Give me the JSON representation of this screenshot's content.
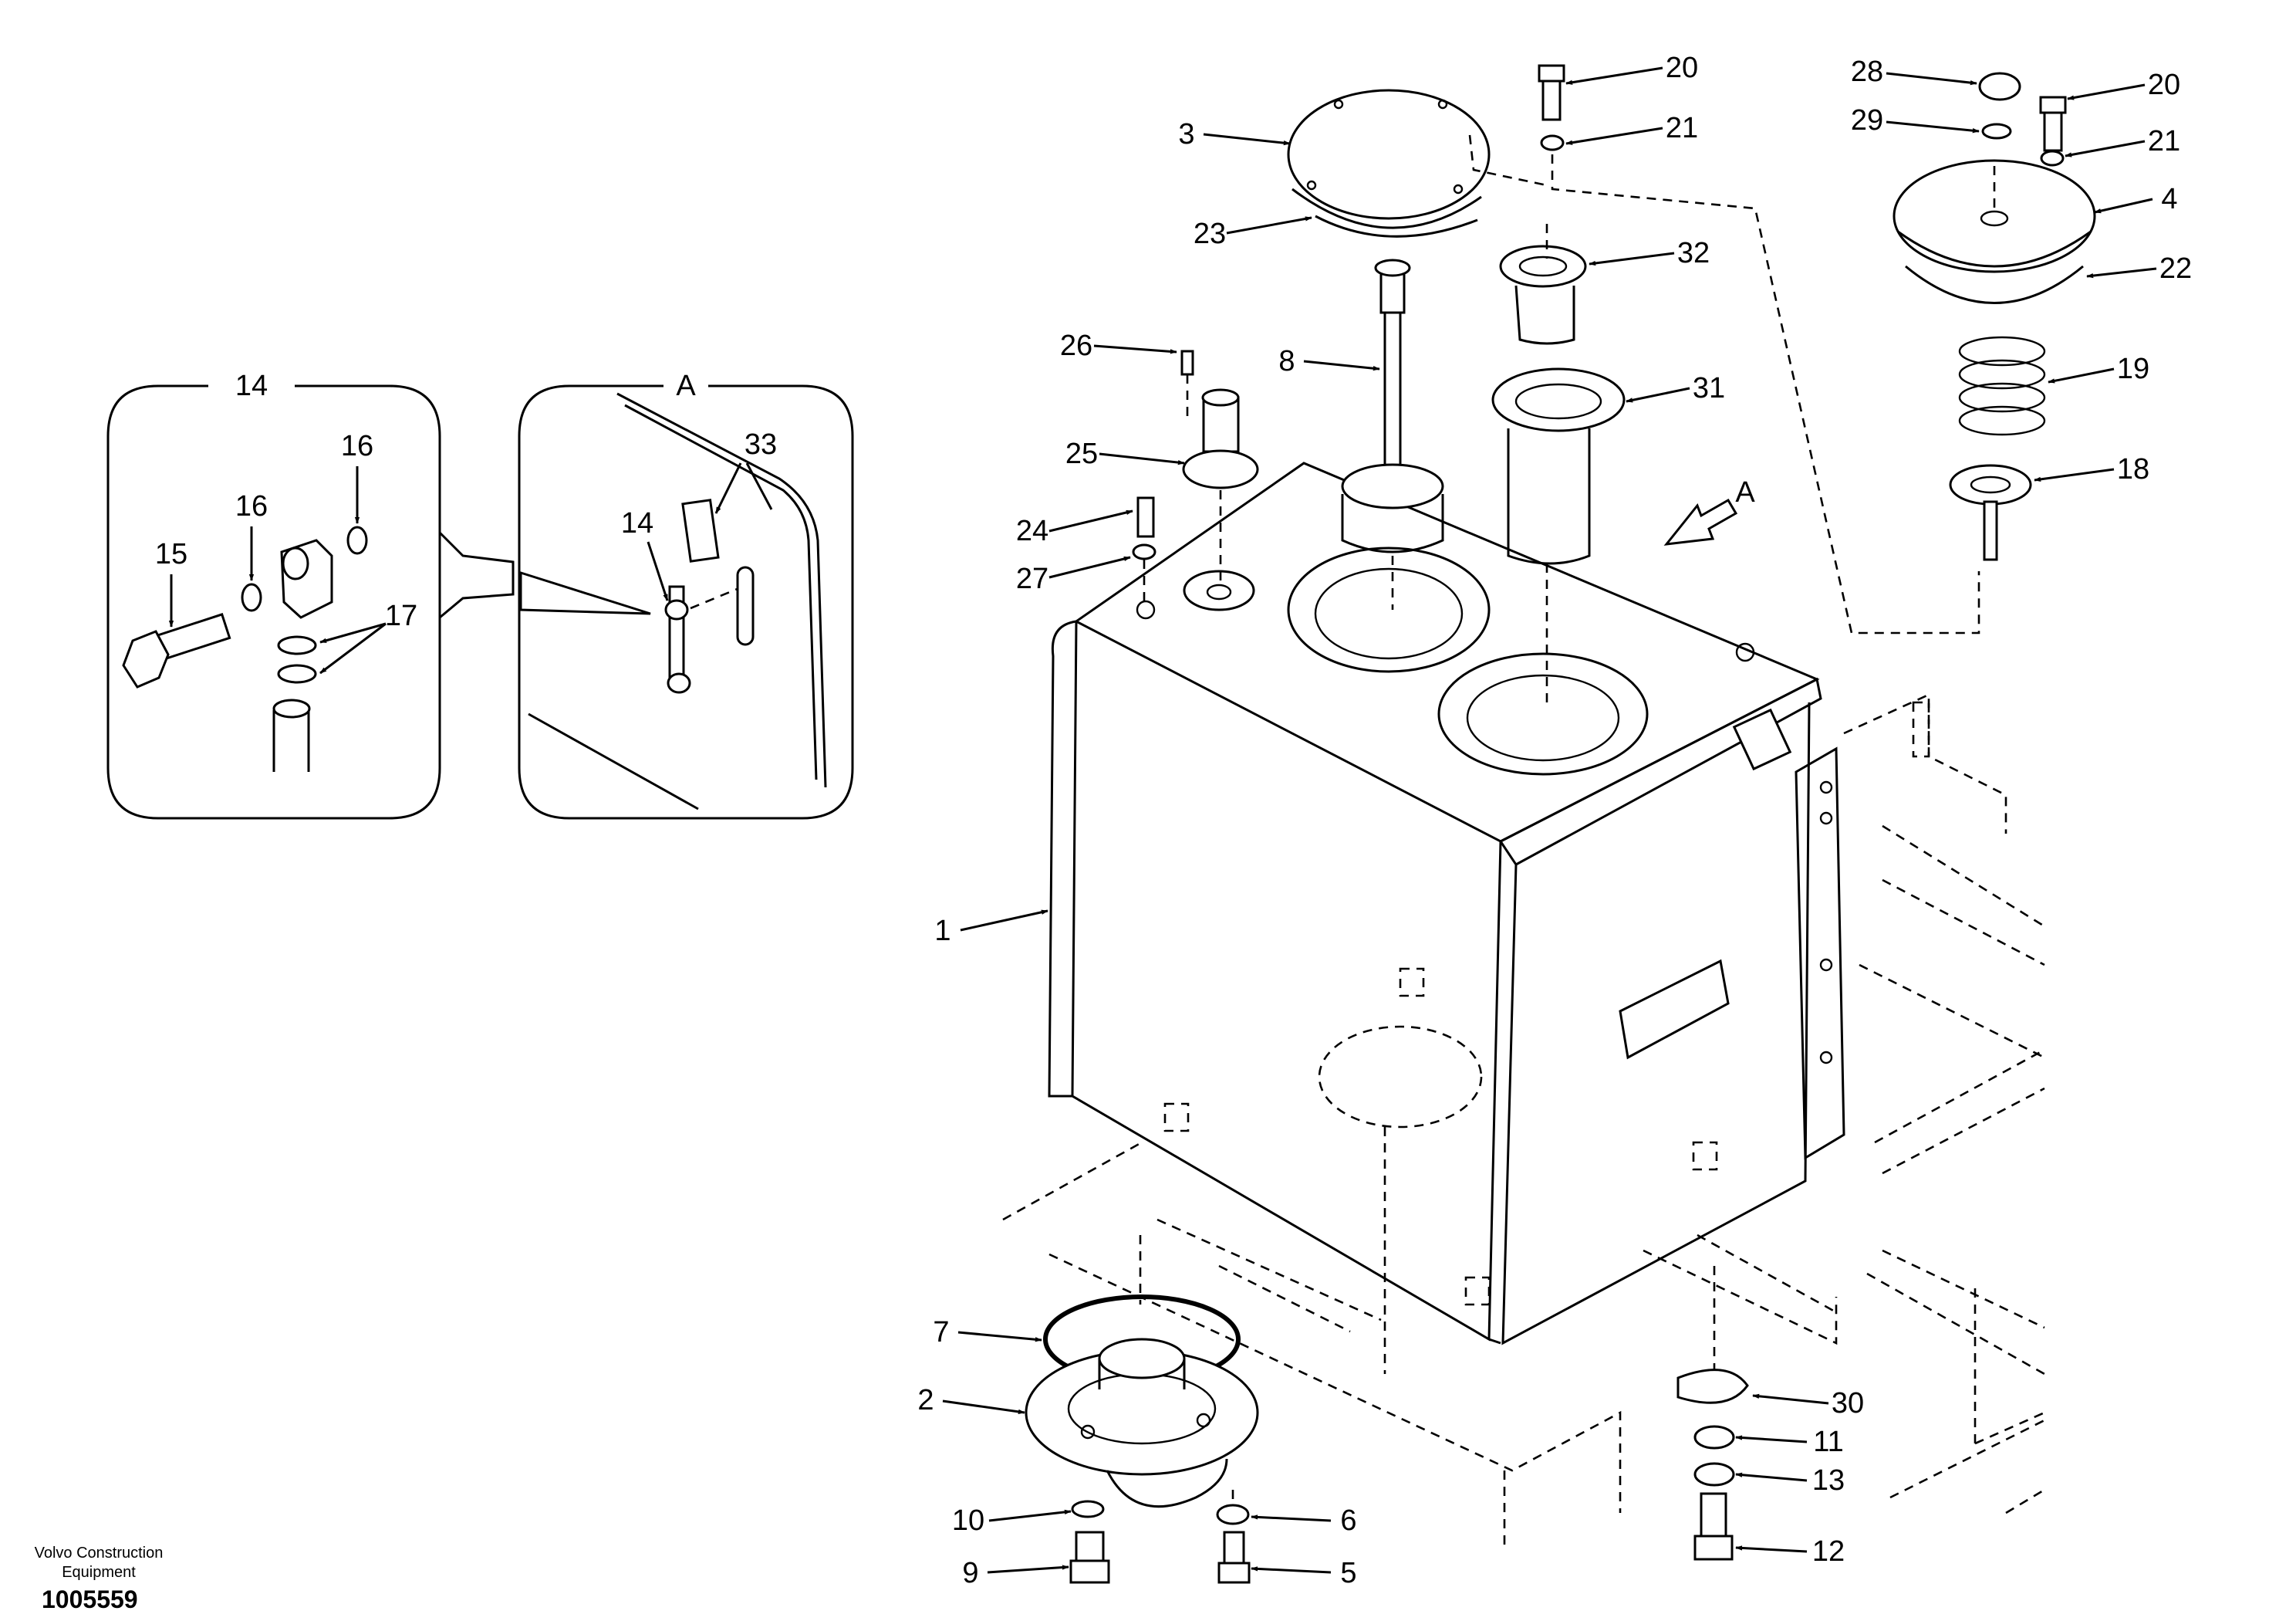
{
  "diagram": {
    "callouts": [
      "1",
      "2",
      "3",
      "4",
      "5",
      "6",
      "7",
      "8",
      "9",
      "10",
      "11",
      "12",
      "13",
      "14",
      "15",
      "16",
      "17",
      "18",
      "19",
      "20",
      "21",
      "22",
      "23",
      "24",
      "25",
      "26",
      "27",
      "28",
      "29",
      "30",
      "31",
      "32",
      "33"
    ],
    "view_arrow_label": "A",
    "detail_14": {
      "title": "14",
      "labels": {
        "l15": "15",
        "l16a": "16",
        "l16b": "16",
        "l17": "17"
      }
    },
    "detail_a": {
      "title": "A",
      "labels": {
        "l33": "33",
        "l14": "14"
      }
    }
  },
  "footer": {
    "company_line1": "Volvo Construction",
    "company_line2": "Equipment",
    "drawing_number": "1005559"
  }
}
